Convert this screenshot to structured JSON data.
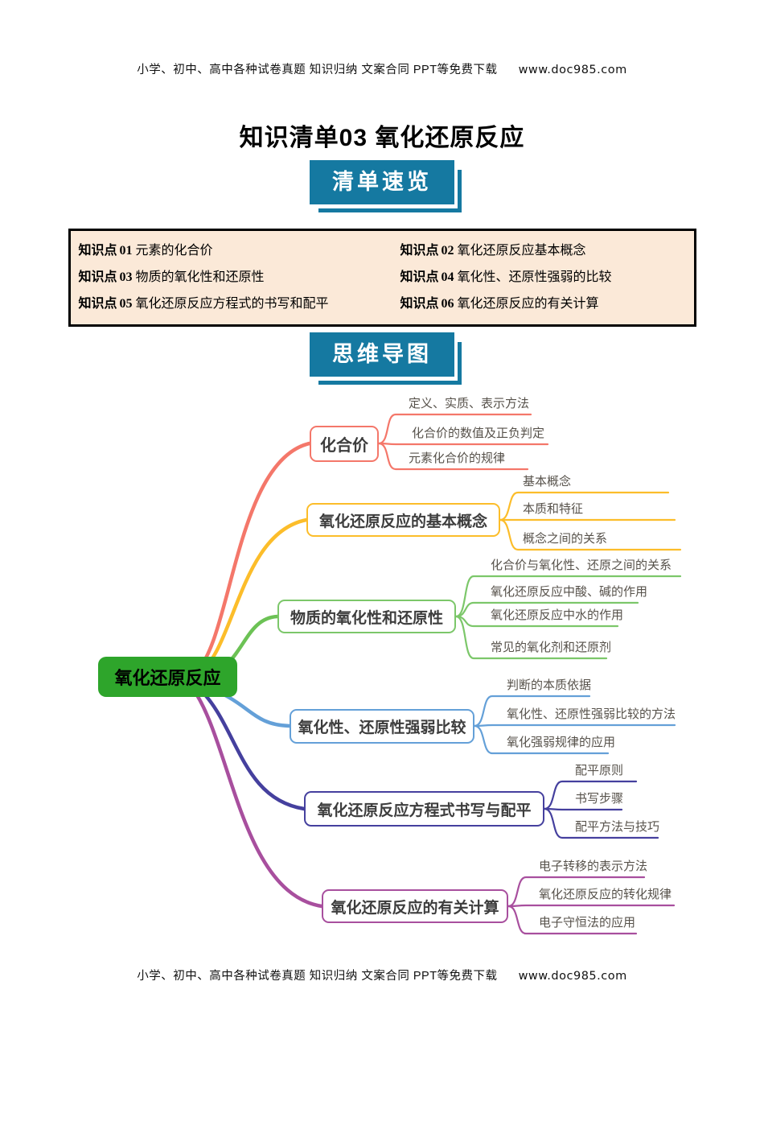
{
  "page": {
    "header_text": "小学、初中、高中各种试卷真题 知识归纳 文案合同 PPT等免费下载",
    "header_url": "www.doc985.com",
    "title": "知识清单03 氧化还原反应",
    "badge_overview": "清单速览",
    "badge_mindmap": "思维导图",
    "footer_text": "小学、初中、高中各种试卷真题 知识归纳 文案合同 PPT等免费下载",
    "footer_url": "www.doc985.com"
  },
  "colors": {
    "badge_teal": "#1579a1",
    "table_bg": "#fbe9d8",
    "root_green": "#2ea52b",
    "branch_salmon": "#f4776a",
    "branch_yellow": "#fcbd2a",
    "branch_green": "#7cc76a",
    "branch_blue": "#64a0d8",
    "branch_indigo": "#45409e",
    "branch_magenta": "#a84f9e"
  },
  "knowledge_points": {
    "items": [
      {
        "label": "知识点",
        "num": "01",
        "text": "元素的化合价"
      },
      {
        "label": "知识点",
        "num": "02",
        "text": "氧化还原反应基本概念"
      },
      {
        "label": "知识点",
        "num": "03",
        "text": "物质的氧化性和还原性"
      },
      {
        "label": "知识点",
        "num": "04",
        "text": "氧化性、还原性强弱的比较"
      },
      {
        "label": "知识点",
        "num": "05",
        "text": "氧化还原反应方程式的书写和配平"
      },
      {
        "label": "知识点",
        "num": "06",
        "text": "氧化还原反应的有关计算"
      }
    ]
  },
  "mindmap": {
    "root": "氧化还原反应",
    "branches": [
      {
        "label": "化合价",
        "color": "#f4776a",
        "children": [
          "定义、实质、表示方法",
          "化合价的数值及正负判定",
          "元素化合价的规律"
        ]
      },
      {
        "label": "氧化还原反应的基本概念",
        "color": "#fcbd2a",
        "children": [
          "基本概念",
          "本质和特征",
          "概念之间的关系"
        ]
      },
      {
        "label": "物质的氧化性和还原性",
        "color": "#7cc76a",
        "children": [
          "化合价与氧化性、还原之间的关系",
          "氧化还原反应中酸、碱的作用",
          "氧化还原反应中水的作用",
          "常见的氧化剂和还原剂"
        ]
      },
      {
        "label": "氧化性、还原性强弱比较",
        "color": "#64a0d8",
        "children": [
          "判断的本质依据",
          "氧化性、还原性强弱比较的方法",
          "氧化强弱规律的应用"
        ]
      },
      {
        "label": "氧化还原反应方程式书写与配平",
        "color": "#45409e",
        "children": [
          "配平原则",
          "书写步骤",
          "配平方法与技巧"
        ]
      },
      {
        "label": "氧化还原反应的有关计算",
        "color": "#a84f9e",
        "children": [
          "电子转移的表示方法",
          "氧化还原反应的转化规律",
          "电子守恒法的应用"
        ]
      }
    ]
  }
}
